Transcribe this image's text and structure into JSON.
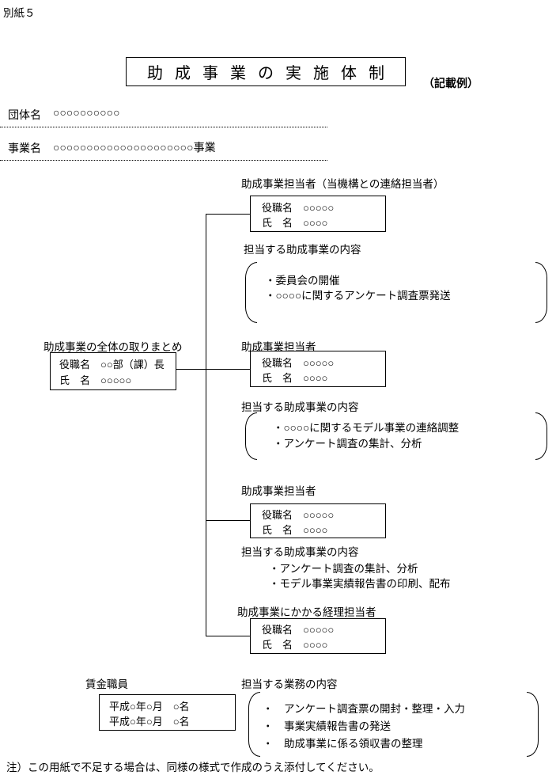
{
  "page": {
    "corner_label": "別紙５",
    "title": "助成事業の実施体制",
    "title_note": "（記載例）",
    "note": "注）この用紙で不足する場合は、同様の様式で作成のうえ添付してください。"
  },
  "fields": {
    "org": {
      "label": "団体名",
      "value": "○○○○○○○○○○"
    },
    "project": {
      "label": "事業名",
      "value": "○○○○○○○○○○○○○○○○○○○○○事業"
    }
  },
  "coordinator": {
    "label": "助成事業の全体の取りまとめ",
    "box": {
      "line1": "役職名　○○部（課）長",
      "line2": "氏　名　○○○○○"
    }
  },
  "sections": [
    {
      "label": "助成事業担当者（当機構との連絡担当者）",
      "box": {
        "line1": "役職名　○○○○○",
        "line2": "氏　名　○○○○"
      },
      "duty_label": "担当する助成事業の内容",
      "items": [
        "・委員会の開催",
        "・○○○○に関するアンケート調査票発送"
      ]
    },
    {
      "label": "助成事業担当者",
      "box": {
        "line1": "役職名　○○○○○",
        "line2": "氏　名　○○○○"
      },
      "duty_label": "担当する助成事業の内容",
      "items": [
        "・○○○○に関するモデル事業の連絡調整",
        "・アンケート調査の集計、分析"
      ]
    },
    {
      "label": "助成事業担当者",
      "box": {
        "line1": "役職名　○○○○○",
        "line2": "氏　名　○○○○"
      },
      "duty_label": "担当する助成事業の内容",
      "items": [
        "・アンケート調査の集計、分析",
        "・モデル事業実績報告書の印刷、配布"
      ]
    },
    {
      "label": "助成事業にかかる経理担当者",
      "box": {
        "line1": "役職名　○○○○○",
        "line2": "氏　名　○○○○"
      }
    }
  ],
  "wage": {
    "label": "賃金職員",
    "box": {
      "line1": "平成○年○月　○名",
      "line2": "平成○年○月　○名"
    },
    "duty_label": "担当する業務の内容",
    "items": [
      "・　アンケート調査票の開封・整理・入力",
      "・　事業実績報告書の発送",
      "・　助成事業に係る領収書の整理"
    ]
  }
}
